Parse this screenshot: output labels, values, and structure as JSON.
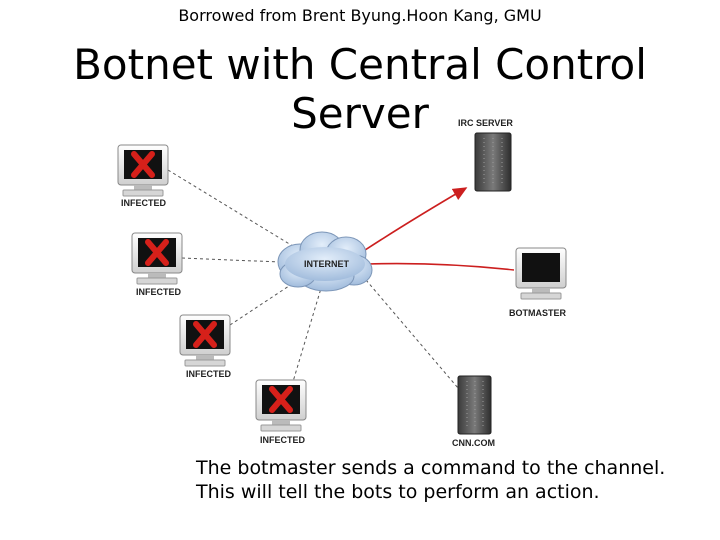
{
  "header": {
    "credit": "Borrowed from Brent Byung.Hoon Kang, GMU",
    "title": "Botnet with Central Control Server"
  },
  "diagram": {
    "cloud_label": "INTERNET",
    "irc_server_label": "IRC SERVER",
    "botmaster_label": "BOTMASTER",
    "target_label": "CNN.COM",
    "infected_labels": [
      "INFECTED",
      "INFECTED",
      "INFECTED",
      "INFECTED"
    ],
    "colors": {
      "command_path": "#cc1f1f",
      "links": "#555555",
      "cloud": "#a9c3e0",
      "x_mark": "#d6201a"
    }
  },
  "caption": {
    "line1": "The botmaster sends a command to the channel.",
    "line2": "This will tell the bots to perform an action."
  }
}
